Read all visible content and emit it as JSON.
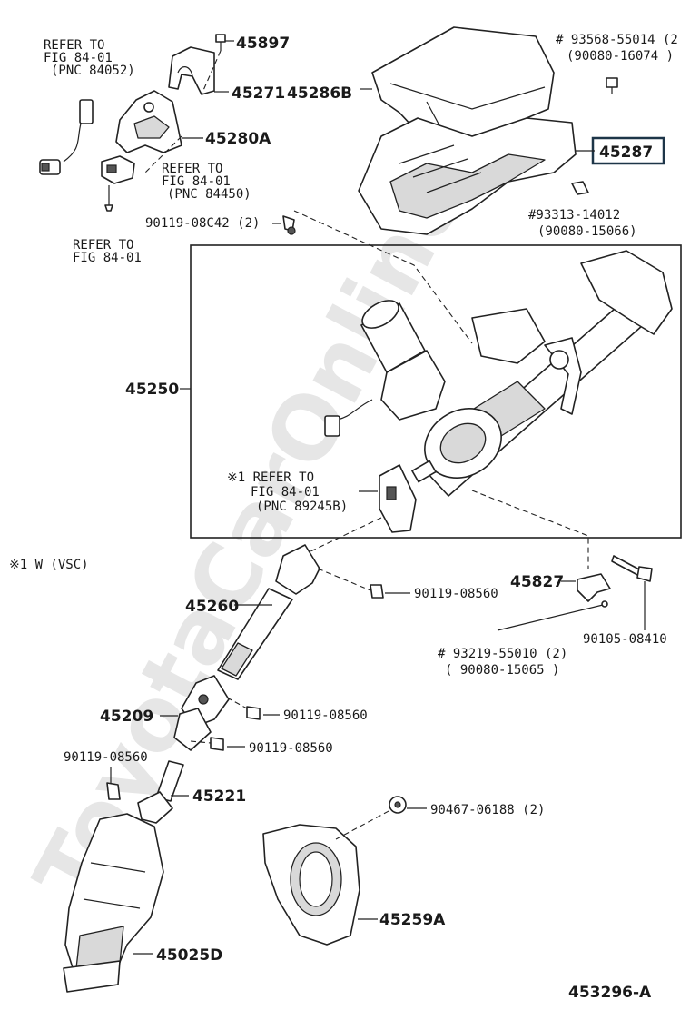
{
  "watermark": "ToyotaCarOnline.ru",
  "figure_id": "453296-A",
  "footnote": "※1 W (VSC)",
  "parts": {
    "p45897": "45897",
    "p45271": "45271",
    "p45286B": "45286B",
    "p45280A": "45280A",
    "p45287": "45287",
    "p45250": "45250",
    "p45260": "45260",
    "p45209": "45209",
    "p45221": "45221",
    "p45025D": "45025D",
    "p45259A": "45259A",
    "p45827": "45827",
    "b90119_08C42": "90119-08C42 (2)",
    "b90119_08560_a": "90119-08560",
    "b90119_08560_b": "90119-08560",
    "b90119_08560_c": "90119-08560",
    "b90119_08560_d": "90119-08560",
    "b90105_08410": "90105-08410",
    "b90467_06188": "90467-06188 (2)"
  },
  "refs": {
    "ref1": [
      "REFER TO",
      "FIG 84-01",
      "(PNC 84052)"
    ],
    "ref2": [
      "REFER TO",
      "FIG 84-01",
      "(PNC 84450)"
    ],
    "ref3": [
      "REFER TO",
      "FIG 84-01"
    ],
    "ref4": [
      "※1 REFER TO",
      "FIG 84-01",
      "(PNC 89245B)"
    ]
  },
  "hash_parts": {
    "h93568": [
      "# 93568-55014 (2",
      "(90080-16074 )"
    ],
    "h93313": [
      "#93313-14012",
      "(90080-15066)"
    ],
    "h93219": [
      "# 93219-55010 (2)",
      "( 90080-15065 )"
    ]
  }
}
